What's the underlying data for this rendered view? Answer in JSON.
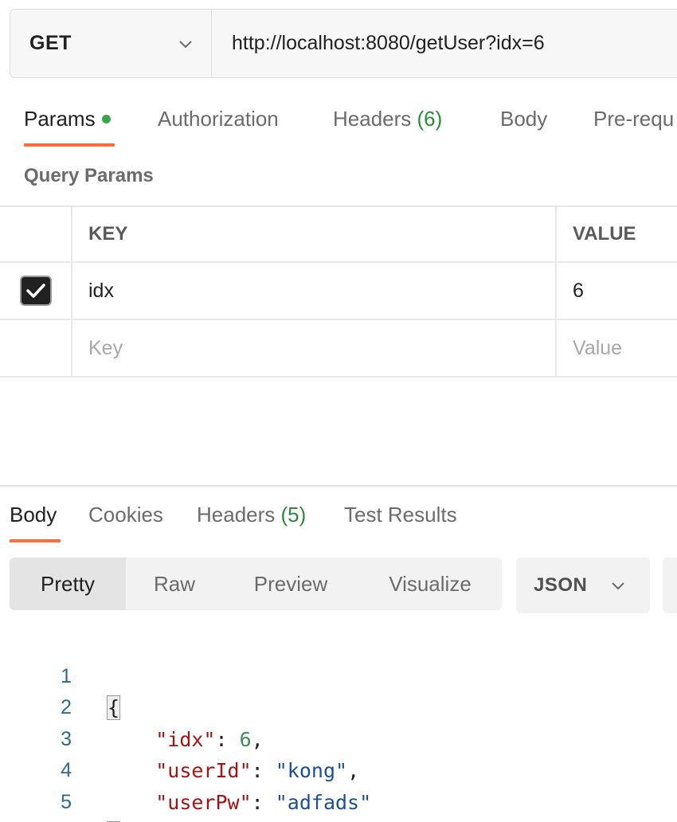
{
  "request": {
    "method": "GET",
    "url": "http://localhost:8080/getUser?idx=6"
  },
  "request_tabs": {
    "params": "Params",
    "authorization": "Authorization",
    "headers": "Headers",
    "headers_count": "(6)",
    "body": "Body",
    "prerequest": "Pre-requ"
  },
  "query_params": {
    "title": "Query Params",
    "key_header": "KEY",
    "value_header": "VALUE",
    "rows": [
      {
        "checked": true,
        "key": "idx",
        "value": "6"
      }
    ],
    "key_placeholder": "Key",
    "value_placeholder": "Value"
  },
  "response_tabs": {
    "body": "Body",
    "cookies": "Cookies",
    "headers": "Headers",
    "headers_count": "(5)",
    "test_results": "Test Results"
  },
  "view_modes": [
    "Pretty",
    "Raw",
    "Preview",
    "Visualize"
  ],
  "format": "JSON",
  "colors": {
    "accent": "#ff6c37",
    "status_dot": "#3aa54a",
    "count": "#2d8a3c",
    "json_key": "#a31515",
    "json_string": "#1c4f99",
    "json_number": "#3b8f5a"
  },
  "response_body": {
    "line_numbers": [
      "1",
      "2",
      "3",
      "4",
      "5"
    ],
    "open_brace": "{",
    "close_brace": "}",
    "fields": [
      {
        "key": "\"idx\"",
        "value": "6",
        "type": "number",
        "trail": ","
      },
      {
        "key": "\"userId\"",
        "value": "\"kong\"",
        "type": "string",
        "trail": ","
      },
      {
        "key": "\"userPw\"",
        "value": "\"adfads\"",
        "type": "string",
        "trail": ""
      }
    ]
  }
}
